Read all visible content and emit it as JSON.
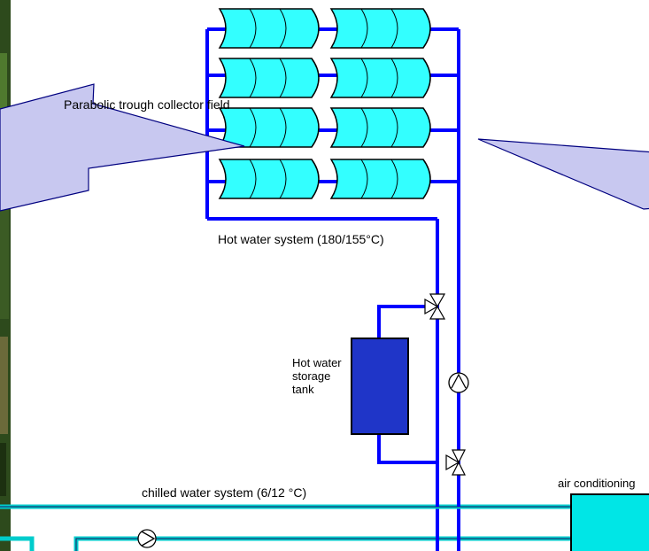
{
  "labels": {
    "collector_field": "Parabolic trough collector field",
    "hot_water_system": "Hot water system (180/155°C)",
    "storage_tank": "Hot water storage tank",
    "chilled_water_system": "chilled water system (6/12 °C)",
    "air_conditioning": "air conditioning"
  },
  "colors": {
    "pipe_blue": "#0000ff",
    "collector_cyan": "#33ffff",
    "tank_blue": "#1f35c8",
    "ac_cyan": "#00e6e6",
    "callout_fill": "#c8c8f0",
    "callout_stroke": "#000080"
  }
}
